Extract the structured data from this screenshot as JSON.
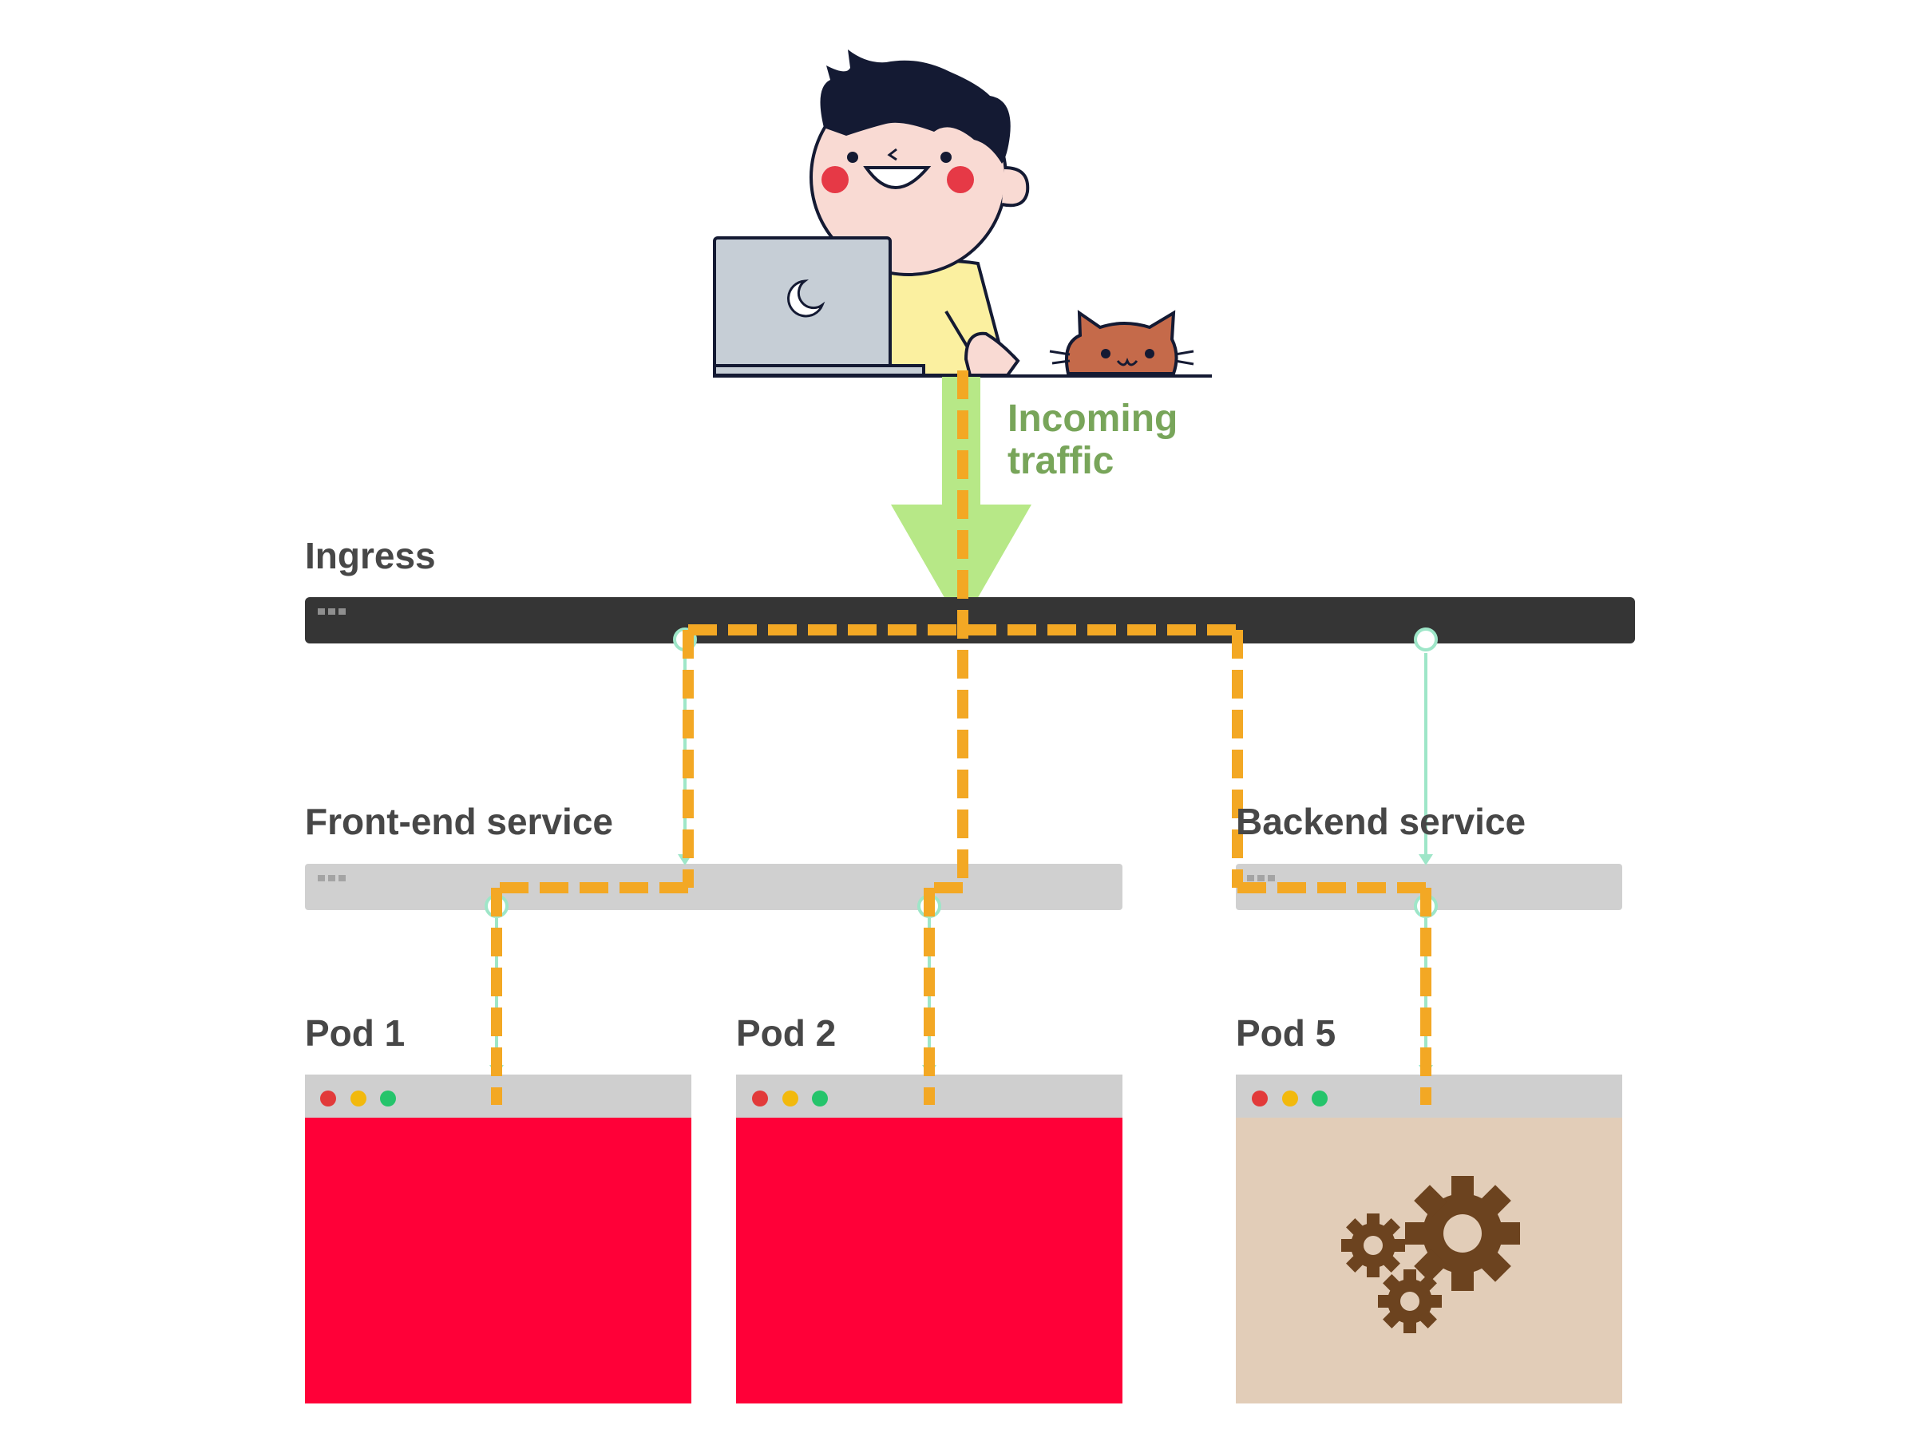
{
  "diagram": {
    "incoming_traffic": {
      "line1": "Incoming",
      "line2": "traffic"
    },
    "ingress": {
      "label": "Ingress"
    },
    "frontend_service": {
      "label": "Front-end service"
    },
    "backend_service": {
      "label": "Backend service"
    },
    "pods": [
      {
        "label": "Pod 1",
        "kind": "frontend"
      },
      {
        "label": "Pod 2",
        "kind": "frontend"
      },
      {
        "label": "Pod 5",
        "kind": "backend"
      }
    ],
    "icons": [
      "user-at-laptop-illustration",
      "cat-icon",
      "gears-icon",
      "window-dots-icon"
    ]
  },
  "colors": {
    "ingress_bar": "#353535",
    "service_bar": "#d0d0d0",
    "frontend_pod": "#ff0038",
    "backend_pod": "#e2cdb8",
    "traffic_arrow": "#b7e887",
    "traffic_label": "#78a55a",
    "route_dash": "#f3a824",
    "connector": "#9ee6c8",
    "gear": "#6c431f",
    "label_text": "#474747"
  }
}
